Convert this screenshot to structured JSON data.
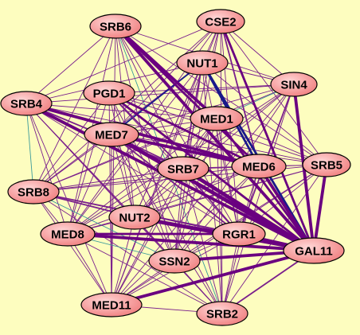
{
  "graph": {
    "background": "#fdfdbf",
    "node_fill_light": "#ffd6d6",
    "node_fill_dark": "#f07f7f",
    "node_stroke": "#000000",
    "edge_colors": {
      "default": "#7a1f8c",
      "strong": "#6a0080",
      "very_strong": "#1a1a8a",
      "weak": "#3a9a9a"
    },
    "nodes": [
      {
        "id": "SRB6",
        "label": "SRB6"
      },
      {
        "id": "CSE2",
        "label": "CSE2"
      },
      {
        "id": "NUT1",
        "label": "NUT1"
      },
      {
        "id": "SIN4",
        "label": "SIN4"
      },
      {
        "id": "SRB4",
        "label": "SRB4"
      },
      {
        "id": "PGD1",
        "label": "PGD1"
      },
      {
        "id": "MED1",
        "label": "MED1"
      },
      {
        "id": "MED7",
        "label": "MED7"
      },
      {
        "id": "SRB7",
        "label": "SRB7"
      },
      {
        "id": "MED6",
        "label": "MED6"
      },
      {
        "id": "SRB5",
        "label": "SRB5"
      },
      {
        "id": "SRB8",
        "label": "SRB8"
      },
      {
        "id": "NUT2",
        "label": "NUT2"
      },
      {
        "id": "MED8",
        "label": "MED8"
      },
      {
        "id": "RGR1",
        "label": "RGR1"
      },
      {
        "id": "GAL11",
        "label": "GAL11"
      },
      {
        "id": "SSN2",
        "label": "SSN2"
      },
      {
        "id": "MED11",
        "label": "MED11"
      },
      {
        "id": "SRB2",
        "label": "SRB2"
      }
    ],
    "edges": [
      {
        "source": "GAL11",
        "target": "SRB7",
        "weight": 5
      },
      {
        "source": "GAL11",
        "target": "MED7",
        "weight": 5
      },
      {
        "source": "GAL11",
        "target": "SRB6",
        "weight": 4
      },
      {
        "source": "GAL11",
        "target": "SRB4",
        "weight": 4
      },
      {
        "source": "GAL11",
        "target": "NUT2",
        "weight": 5
      },
      {
        "source": "GAL11",
        "target": "MED8",
        "weight": 4
      },
      {
        "source": "GAL11",
        "target": "SSN2",
        "weight": 4
      },
      {
        "source": "GAL11",
        "target": "MED11",
        "weight": 4
      },
      {
        "source": "GAL11",
        "target": "SRB5",
        "weight": 4
      },
      {
        "source": "GAL11",
        "target": "SIN4",
        "weight": 4
      },
      {
        "source": "GAL11",
        "target": "MED6",
        "weight": 4
      },
      {
        "source": "GAL11",
        "target": "RGR1",
        "weight": 4
      },
      {
        "source": "GAL11",
        "target": "MED1",
        "weight": 3
      },
      {
        "source": "GAL11",
        "target": "NUT1",
        "weight": 3,
        "color": "very_strong"
      },
      {
        "source": "GAL11",
        "target": "CSE2",
        "weight": 3
      },
      {
        "source": "GAL11",
        "target": "PGD1",
        "weight": 3
      },
      {
        "source": "GAL11",
        "target": "SRB2",
        "weight": 2
      },
      {
        "source": "GAL11",
        "target": "SRB8",
        "weight": 1
      },
      {
        "source": "SRB6",
        "target": "MED1",
        "weight": 4
      },
      {
        "source": "SRB6",
        "target": "MED6",
        "weight": 3
      },
      {
        "source": "SRB6",
        "target": "SRB7",
        "weight": 1
      },
      {
        "source": "SRB6",
        "target": "SRB5",
        "weight": 1
      },
      {
        "source": "SRB6",
        "target": "NUT2",
        "weight": 1
      },
      {
        "source": "SRB6",
        "target": "MED8",
        "weight": 1
      },
      {
        "source": "SRB6",
        "target": "SRB4",
        "weight": 1
      },
      {
        "source": "SRB6",
        "target": "SIN4",
        "weight": 1
      },
      {
        "source": "SRB6",
        "target": "SRB8",
        "weight": 1
      },
      {
        "source": "SRB6",
        "target": "RGR1",
        "weight": 1
      },
      {
        "source": "SRB6",
        "target": "SSN2",
        "weight": 1
      },
      {
        "source": "SRB6",
        "target": "MED11",
        "weight": 1
      },
      {
        "source": "SRB6",
        "target": "SRB2",
        "weight": 1,
        "color": "weak"
      },
      {
        "source": "CSE2",
        "target": "SRB4",
        "weight": 1
      },
      {
        "source": "CSE2",
        "target": "SRB8",
        "weight": 1
      },
      {
        "source": "CSE2",
        "target": "MED7",
        "weight": 1
      },
      {
        "source": "CSE2",
        "target": "SRB7",
        "weight": 1
      },
      {
        "source": "CSE2",
        "target": "NUT2",
        "weight": 1
      },
      {
        "source": "CSE2",
        "target": "MED8",
        "weight": 1
      },
      {
        "source": "CSE2",
        "target": "RGR1",
        "weight": 1
      },
      {
        "source": "CSE2",
        "target": "SSN2",
        "weight": 1
      },
      {
        "source": "CSE2",
        "target": "MED11",
        "weight": 1
      },
      {
        "source": "CSE2",
        "target": "SRB2",
        "weight": 1
      },
      {
        "source": "CSE2",
        "target": "SIN4",
        "weight": 1
      },
      {
        "source": "CSE2",
        "target": "SRB5",
        "weight": 1
      },
      {
        "source": "CSE2",
        "target": "MED6",
        "weight": 2
      },
      {
        "source": "NUT1",
        "target": "MED6",
        "weight": 3,
        "color": "very_strong"
      },
      {
        "source": "NUT1",
        "target": "MED7",
        "weight": 2,
        "color": "very_strong"
      },
      {
        "source": "NUT1",
        "target": "SRB7",
        "weight": 2
      },
      {
        "source": "NUT1",
        "target": "SRB4",
        "weight": 1
      },
      {
        "source": "NUT1",
        "target": "SRB8",
        "weight": 1
      },
      {
        "source": "NUT1",
        "target": "NUT2",
        "weight": 1
      },
      {
        "source": "NUT1",
        "target": "MED8",
        "weight": 1
      },
      {
        "source": "NUT1",
        "target": "RGR1",
        "weight": 1
      },
      {
        "source": "NUT1",
        "target": "SSN2",
        "weight": 1
      },
      {
        "source": "NUT1",
        "target": "MED11",
        "weight": 1
      },
      {
        "source": "NUT1",
        "target": "SRB2",
        "weight": 1
      },
      {
        "source": "NUT1",
        "target": "SRB5",
        "weight": 1
      },
      {
        "source": "NUT1",
        "target": "SIN4",
        "weight": 1
      },
      {
        "source": "SIN4",
        "target": "SRB4",
        "weight": 1
      },
      {
        "source": "SIN4",
        "target": "SRB8",
        "weight": 1
      },
      {
        "source": "SIN4",
        "target": "MED7",
        "weight": 1
      },
      {
        "source": "SIN4",
        "target": "SRB7",
        "weight": 1
      },
      {
        "source": "SIN4",
        "target": "NUT2",
        "weight": 1
      },
      {
        "source": "SIN4",
        "target": "MED8",
        "weight": 1
      },
      {
        "source": "SIN4",
        "target": "RGR1",
        "weight": 2
      },
      {
        "source": "SIN4",
        "target": "SSN2",
        "weight": 1
      },
      {
        "source": "SIN4",
        "target": "MED11",
        "weight": 1
      },
      {
        "source": "SIN4",
        "target": "SRB2",
        "weight": 1
      },
      {
        "source": "SIN4",
        "target": "PGD1",
        "weight": 1
      },
      {
        "source": "SIN4",
        "target": "MED1",
        "weight": 1,
        "color": "weak"
      },
      {
        "source": "SRB4",
        "target": "MED6",
        "weight": 4
      },
      {
        "source": "SRB4",
        "target": "SRB7",
        "weight": 2
      },
      {
        "source": "SRB4",
        "target": "SRB8",
        "weight": 1,
        "color": "weak"
      },
      {
        "source": "SRB4",
        "target": "NUT2",
        "weight": 1
      },
      {
        "source": "SRB4",
        "target": "MED8",
        "weight": 1
      },
      {
        "source": "SRB4",
        "target": "RGR1",
        "weight": 1
      },
      {
        "source": "SRB4",
        "target": "SSN2",
        "weight": 1
      },
      {
        "source": "SRB4",
        "target": "MED11",
        "weight": 1
      },
      {
        "source": "SRB4",
        "target": "SRB2",
        "weight": 1
      },
      {
        "source": "SRB4",
        "target": "SRB5",
        "weight": 1
      },
      {
        "source": "SRB4",
        "target": "MED1",
        "weight": 1
      },
      {
        "source": "PGD1",
        "target": "MED6",
        "weight": 3
      },
      {
        "source": "PGD1",
        "target": "SRB7",
        "weight": 2
      },
      {
        "source": "PGD1",
        "target": "SRB8",
        "weight": 1
      },
      {
        "source": "PGD1",
        "target": "NUT2",
        "weight": 1
      },
      {
        "source": "PGD1",
        "target": "MED8",
        "weight": 1
      },
      {
        "source": "PGD1",
        "target": "RGR1",
        "weight": 1
      },
      {
        "source": "PGD1",
        "target": "SSN2",
        "weight": 1
      },
      {
        "source": "PGD1",
        "target": "MED11",
        "weight": 1
      },
      {
        "source": "PGD1",
        "target": "SRB2",
        "weight": 1
      },
      {
        "source": "PGD1",
        "target": "SRB5",
        "weight": 1
      },
      {
        "source": "PGD1",
        "target": "MED1",
        "weight": 1
      },
      {
        "source": "MED1",
        "target": "SRB8",
        "weight": 1
      },
      {
        "source": "MED1",
        "target": "MED7",
        "weight": 1
      },
      {
        "source": "MED1",
        "target": "SRB7",
        "weight": 1
      },
      {
        "source": "MED1",
        "target": "NUT2",
        "weight": 1
      },
      {
        "source": "MED1",
        "target": "MED8",
        "weight": 1
      },
      {
        "source": "MED1",
        "target": "RGR1",
        "weight": 1
      },
      {
        "source": "MED1",
        "target": "SSN2",
        "weight": 1
      },
      {
        "source": "MED1",
        "target": "MED11",
        "weight": 1
      },
      {
        "source": "MED1",
        "target": "SRB2",
        "weight": 1
      },
      {
        "source": "MED1",
        "target": "SRB5",
        "weight": 1
      },
      {
        "source": "MED7",
        "target": "MED6",
        "weight": 4
      },
      {
        "source": "MED7",
        "target": "SRB7",
        "weight": 2
      },
      {
        "source": "MED7",
        "target": "SRB8",
        "weight": 1
      },
      {
        "source": "MED7",
        "target": "NUT2",
        "weight": 1
      },
      {
        "source": "MED7",
        "target": "MED8",
        "weight": 1
      },
      {
        "source": "MED7",
        "target": "RGR1",
        "weight": 2
      },
      {
        "source": "MED7",
        "target": "SSN2",
        "weight": 1
      },
      {
        "source": "MED7",
        "target": "MED11",
        "weight": 1
      },
      {
        "source": "MED7",
        "target": "SRB2",
        "weight": 1
      },
      {
        "source": "MED7",
        "target": "SRB5",
        "weight": 1
      },
      {
        "source": "SRB7",
        "target": "MED6",
        "weight": 2
      },
      {
        "source": "SRB7",
        "target": "SRB8",
        "weight": 1
      },
      {
        "source": "SRB7",
        "target": "NUT2",
        "weight": 1
      },
      {
        "source": "SRB7",
        "target": "MED8",
        "weight": 1
      },
      {
        "source": "SRB7",
        "target": "RGR1",
        "weight": 2
      },
      {
        "source": "SRB7",
        "target": "SSN2",
        "weight": 1
      },
      {
        "source": "SRB7",
        "target": "MED11",
        "weight": 1
      },
      {
        "source": "SRB7",
        "target": "SRB2",
        "weight": 1
      },
      {
        "source": "SRB7",
        "target": "SRB5",
        "weight": 1
      },
      {
        "source": "MED6",
        "target": "SRB8",
        "weight": 1
      },
      {
        "source": "MED6",
        "target": "NUT2",
        "weight": 1
      },
      {
        "source": "MED6",
        "target": "MED8",
        "weight": 1
      },
      {
        "source": "MED6",
        "target": "RGR1",
        "weight": 1
      },
      {
        "source": "MED6",
        "target": "SSN2",
        "weight": 1
      },
      {
        "source": "MED6",
        "target": "MED11",
        "weight": 1
      },
      {
        "source": "MED6",
        "target": "SRB2",
        "weight": 1
      },
      {
        "source": "MED6",
        "target": "SRB5",
        "weight": 1
      },
      {
        "source": "SRB5",
        "target": "SRB8",
        "weight": 1
      },
      {
        "source": "SRB5",
        "target": "NUT2",
        "weight": 1
      },
      {
        "source": "SRB5",
        "target": "MED8",
        "weight": 1
      },
      {
        "source": "SRB5",
        "target": "RGR1",
        "weight": 1
      },
      {
        "source": "SRB5",
        "target": "SSN2",
        "weight": 1
      },
      {
        "source": "SRB5",
        "target": "MED11",
        "weight": 1
      },
      {
        "source": "SRB5",
        "target": "SRB2",
        "weight": 1
      },
      {
        "source": "SRB8",
        "target": "NUT2",
        "weight": 2
      },
      {
        "source": "SRB8",
        "target": "MED8",
        "weight": 1
      },
      {
        "source": "SRB8",
        "target": "RGR1",
        "weight": 2
      },
      {
        "source": "SRB8",
        "target": "SSN2",
        "weight": 1,
        "color": "weak"
      },
      {
        "source": "SRB8",
        "target": "MED11",
        "weight": 1
      },
      {
        "source": "SRB8",
        "target": "SRB2",
        "weight": 1
      },
      {
        "source": "NUT2",
        "target": "MED8",
        "weight": 1
      },
      {
        "source": "NUT2",
        "target": "RGR1",
        "weight": 1
      },
      {
        "source": "NUT2",
        "target": "SSN2",
        "weight": 1
      },
      {
        "source": "NUT2",
        "target": "MED11",
        "weight": 1
      },
      {
        "source": "NUT2",
        "target": "SRB2",
        "weight": 1
      },
      {
        "source": "MED8",
        "target": "RGR1",
        "weight": 3
      },
      {
        "source": "MED8",
        "target": "SSN2",
        "weight": 1,
        "color": "weak"
      },
      {
        "source": "MED8",
        "target": "MED11",
        "weight": 1
      },
      {
        "source": "MED8",
        "target": "SRB2",
        "weight": 1
      },
      {
        "source": "RGR1",
        "target": "SSN2",
        "weight": 1
      },
      {
        "source": "RGR1",
        "target": "MED11",
        "weight": 1
      },
      {
        "source": "RGR1",
        "target": "SRB2",
        "weight": 1
      },
      {
        "source": "SSN2",
        "target": "MED11",
        "weight": 1
      },
      {
        "source": "SSN2",
        "target": "SRB2",
        "weight": 1
      },
      {
        "source": "MED11",
        "target": "SRB2",
        "weight": 1
      }
    ]
  }
}
